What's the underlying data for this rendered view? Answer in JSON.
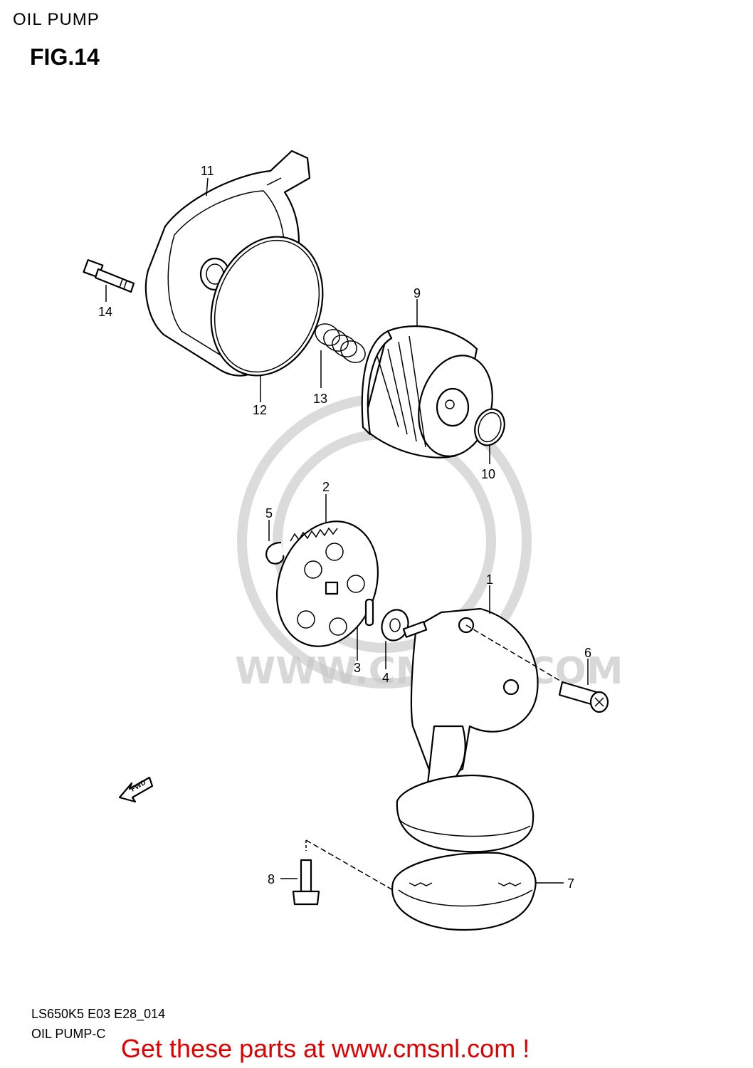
{
  "header": {
    "title": "OIL PUMP",
    "figure": "FIG.14"
  },
  "callouts": {
    "c1": "1",
    "c2": "2",
    "c3": "3",
    "c4": "4",
    "c5": "5",
    "c6": "6",
    "c7": "7",
    "c8": "8",
    "c9": "9",
    "c10": "10",
    "c11": "11",
    "c12": "12",
    "c13": "13",
    "c14": "14"
  },
  "fwd_marker": "FWD",
  "watermark": "WWW.CMSNL.COM",
  "footer": {
    "model_code": "LS650K5 E03 E28_014",
    "group": "OIL PUMP-C",
    "promo": "Get these parts at www.cmsnl.com !"
  },
  "colors": {
    "promo": "#e00000",
    "line": "#000000",
    "watermark": "#c8c8c8"
  }
}
